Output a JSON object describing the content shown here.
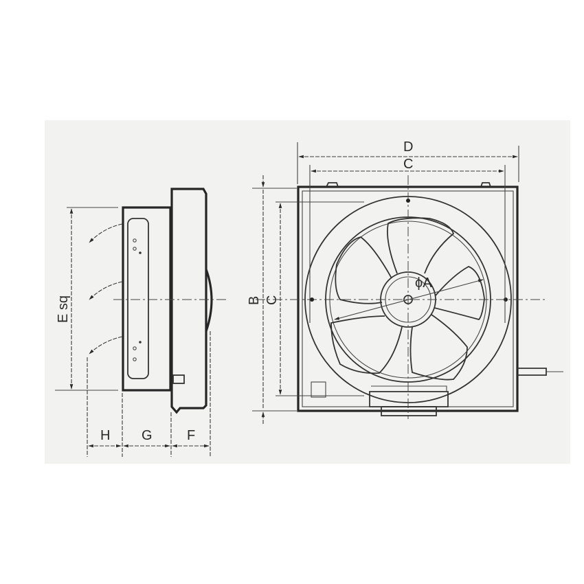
{
  "diagram": {
    "type": "technical-dimension-drawing",
    "subject": "wall exhaust fan",
    "colors": {
      "background": "#ffffff",
      "panel": "#f2f2f1",
      "line": "#262626"
    },
    "side_view": {
      "labels": {
        "height": "E sq",
        "depth_h": "H",
        "depth_g": "G",
        "depth_f": "F"
      }
    },
    "front_view": {
      "labels": {
        "overall_width": "D",
        "inner_width": "C",
        "overall_height": "B",
        "inner_height": "C",
        "fan_diameter": "ϕA"
      },
      "blade_count": 5
    }
  }
}
